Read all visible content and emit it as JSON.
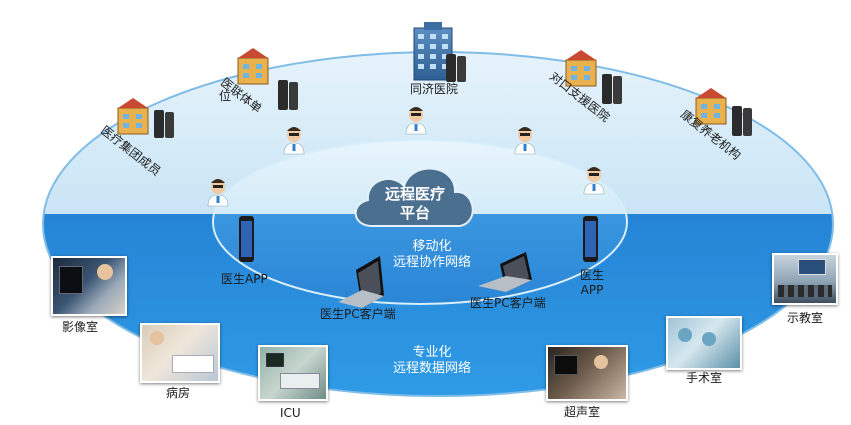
{
  "platform": {
    "line1": "远程医疗",
    "line2": "平台"
  },
  "networks": {
    "mobile": {
      "line1": "移动化",
      "line2": "远程协作网络"
    },
    "professional": {
      "line1": "专业化",
      "line2": "远程数据网络"
    }
  },
  "institutions": [
    {
      "label": "医疗集团成员"
    },
    {
      "label": "医联体单",
      "label2": "位"
    },
    {
      "label": "同济医院"
    },
    {
      "label": "对口支援医院"
    },
    {
      "label": "康复养老机构"
    }
  ],
  "devices": {
    "app_left": "医生APP",
    "app_right_1": "医生",
    "app_right_2": "APP",
    "pc_left": "医生PC客户端",
    "pc_right": "医生PC客户端"
  },
  "rooms": {
    "imaging": "影像室",
    "ward": "病房",
    "icu": "ICU",
    "ultrasound": "超声室",
    "surgery": "手术室",
    "teaching": "示教室"
  }
}
